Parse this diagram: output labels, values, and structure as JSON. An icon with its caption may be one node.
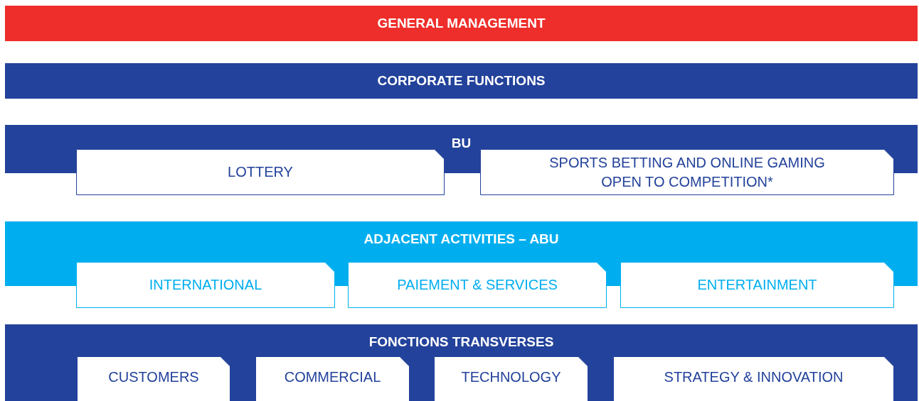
{
  "diagram": {
    "nodes": [
      {
        "text": [
          "GENERAL MANAGEMENT"
        ]
      },
      {
        "text": [
          "CORPORATE FUNCTIONS"
        ]
      },
      {
        "text": [
          "BU"
        ]
      },
      {
        "text": [
          "LOTTERY"
        ],
        "in": 2
      },
      {
        "text": [
          "SPORTS BETTING AND ONLINE GAMING OPEN TO COMPETITION*"
        ],
        "in": 2
      },
      {
        "text": [
          "ADJACENT ACTIVITIES – ABU"
        ]
      },
      {
        "text": [
          "INTERNATIONAL"
        ],
        "in": 5
      },
      {
        "text": [
          "PAIEMENT & SERVICES"
        ],
        "in": 5
      },
      {
        "text": [
          "ENTERTAINMENT"
        ],
        "in": 5
      },
      {
        "text": [
          "FONCTIONS TRANSVERSES"
        ]
      },
      {
        "text": [
          "CUSTOMERS"
        ],
        "in": 9
      },
      {
        "text": [
          "COMMERCIAL"
        ],
        "in": 9
      },
      {
        "text": [
          "TECHNOLOGY"
        ],
        "in": 9
      },
      {
        "text": [
          "STRATEGY & INNOVATION"
        ],
        "in": 9
      }
    ]
  }
}
